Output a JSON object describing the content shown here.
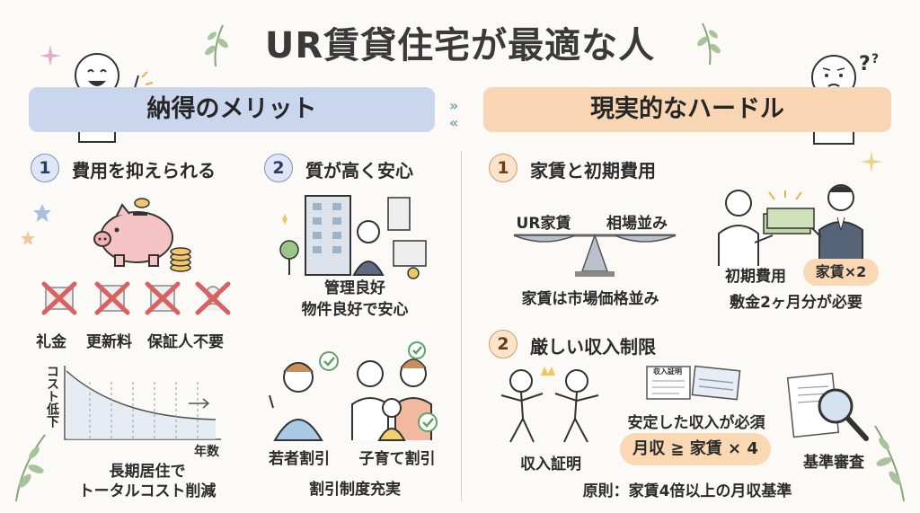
{
  "title": "UR賃貸住宅が最適な人",
  "left": {
    "banner": "納得のメリット",
    "s1": {
      "num": "1",
      "heading": "費用を抑えられる",
      "no_fees": [
        "礼金",
        "更新料",
        "保証人不要"
      ],
      "graph_ylabel": "コスト低下",
      "graph_xlabel": "年数",
      "caption_line1": "長期居住で",
      "caption_line2": "トータルコスト削減"
    },
    "s2": {
      "num": "2",
      "heading": "質が高く安心",
      "mgmt_line1": "管理良好",
      "mgmt_line2": "物件良好で安心",
      "discount_young": "若者割引",
      "discount_child": "子育て割引",
      "discount_caption": "割引制度充実"
    }
  },
  "right": {
    "banner": "現実的なハードル",
    "s1": {
      "num": "1",
      "heading": "家賃と初期費用",
      "scale_left": "UR家賃",
      "scale_right": "相場並み",
      "scale_caption": "家賃は市場価格並み",
      "initial_label": "初期費用",
      "initial_pill": "家賃×2",
      "initial_caption": "敷金2ヶ月分が必要"
    },
    "s2": {
      "num": "2",
      "heading": "厳しい収入制限",
      "doc_label": "収入証明",
      "stable_income": "安定した収入が必須",
      "formula": "月収 ≧ 家賃 × 4",
      "label_proof": "収入証明",
      "label_review": "基準審査",
      "rule": "原則：家賃4倍以上の月収基準"
    }
  }
}
